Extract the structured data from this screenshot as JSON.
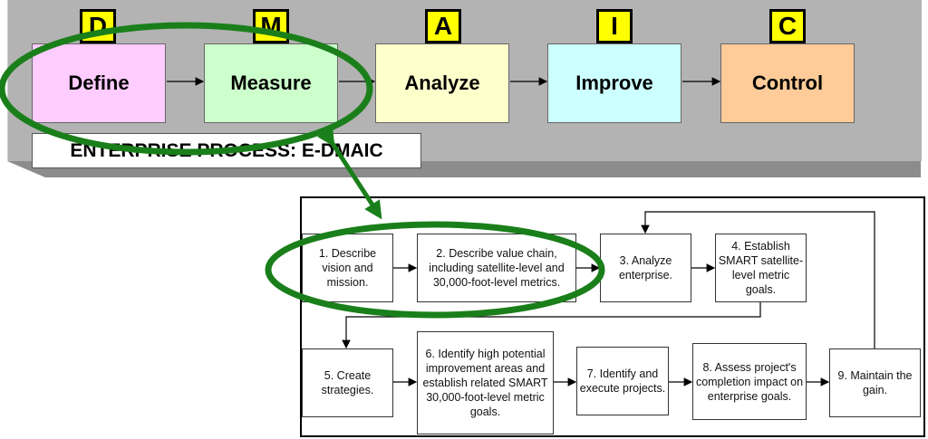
{
  "top_panel": {
    "phases": [
      {
        "letter": "D",
        "label": "Define",
        "color": "#ffccff"
      },
      {
        "letter": "M",
        "label": "Measure",
        "color": "#ccffcc"
      },
      {
        "letter": "A",
        "label": "Analyze",
        "color": "#ffffcc"
      },
      {
        "letter": "I",
        "label": "Improve",
        "color": "#ccffff"
      },
      {
        "letter": "C",
        "label": "Control",
        "color": "#ffcc99"
      }
    ],
    "title": "ENTERPRISE PROCESS: E-DMAIC"
  },
  "detail": {
    "steps": [
      "1. Describe vision and mission.",
      "2. Describe value chain, including satellite-level and 30,000-foot-level metrics.",
      "3. Analyze enterprise.",
      "4. Establish SMART satellite-level metric goals.",
      "5. Create strategies.",
      "6. Identify high potential improvement areas and establish related SMART 30,000-foot-level metric goals.",
      "7. Identify and execute projects.",
      "8. Assess project's completion impact on enterprise goals.",
      "9. Maintain the gain."
    ]
  },
  "colors": {
    "highlight": "#1a7f1a",
    "letter_bg": "#ffff00",
    "panel": "#b3b3b3"
  }
}
